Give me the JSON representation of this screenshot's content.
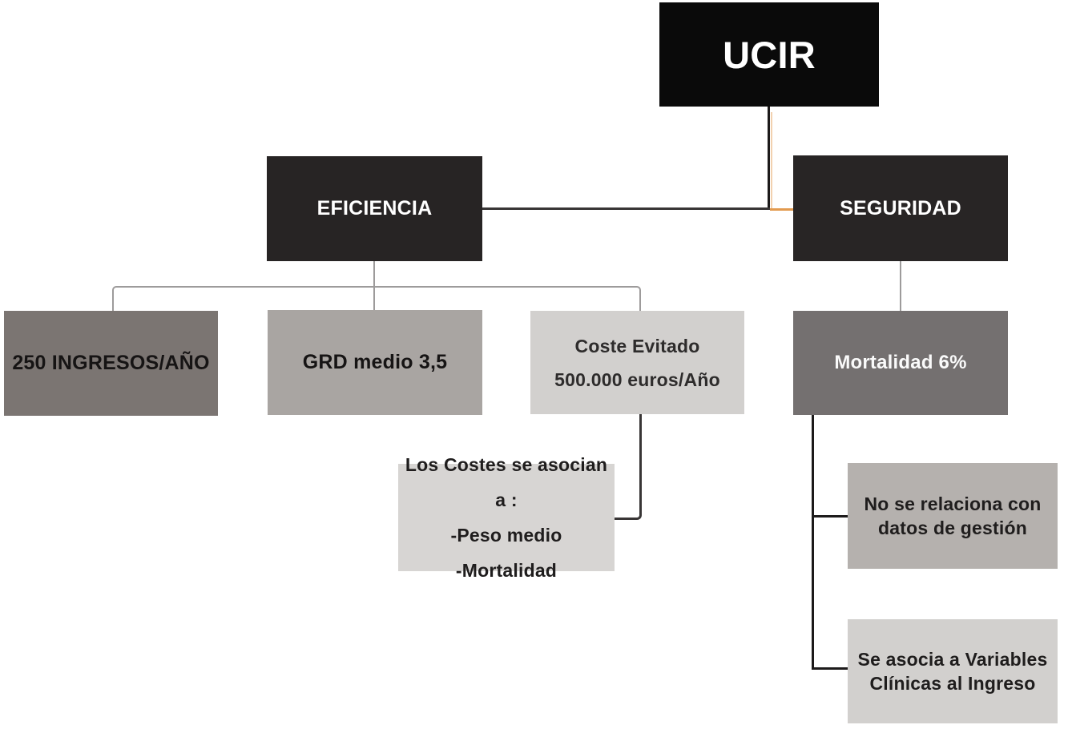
{
  "diagram": {
    "title": "UCIR",
    "nodes": {
      "ucir": {
        "label": "UCIR",
        "bg": "#0a0a0a",
        "fg": "#ffffff"
      },
      "eficiencia": {
        "label": "EFICIENCIA",
        "bg": "#272424",
        "fg": "#ffffff"
      },
      "seguridad": {
        "label": "SEGURIDAD",
        "bg": "#282525",
        "fg": "#ffffff"
      },
      "ingresos": {
        "label": "250 INGRESOS/AÑO",
        "bg": "#7b7572",
        "fg": "#161414"
      },
      "grd": {
        "label": "GRD medio 3,5",
        "bg": "#a9a5a2",
        "fg": "#161414"
      },
      "coste": {
        "lines": [
          "Coste Evitado",
          "500.000 euros/Año"
        ],
        "bg": "#d2d0ce",
        "fg": "#2e2c2c"
      },
      "costes_detalle": {
        "lines": [
          "Los Costes se asocian a :",
          "-Peso medio",
          "-Mortalidad"
        ],
        "bg": "#d7d5d3",
        "fg": "#1f1d1d"
      },
      "mortalidad": {
        "label": "Mortalidad 6%",
        "bg": "#747070",
        "fg": "#fafafa"
      },
      "no_relacion": {
        "lines": [
          "No se relaciona con",
          "datos de gestión"
        ],
        "bg": "#b5b1ae",
        "fg": "#1f1d1d"
      },
      "asocia": {
        "lines": [
          "Se asocia a Variables",
          "Clínicas al Ingreso"
        ],
        "bg": "#d2d0ce",
        "fg": "#1f1d1d"
      }
    },
    "connectors": {
      "dark": "#383535",
      "black": "#1c1a1a",
      "light": "#9d9b9b",
      "orange": "#e29a4e"
    }
  }
}
